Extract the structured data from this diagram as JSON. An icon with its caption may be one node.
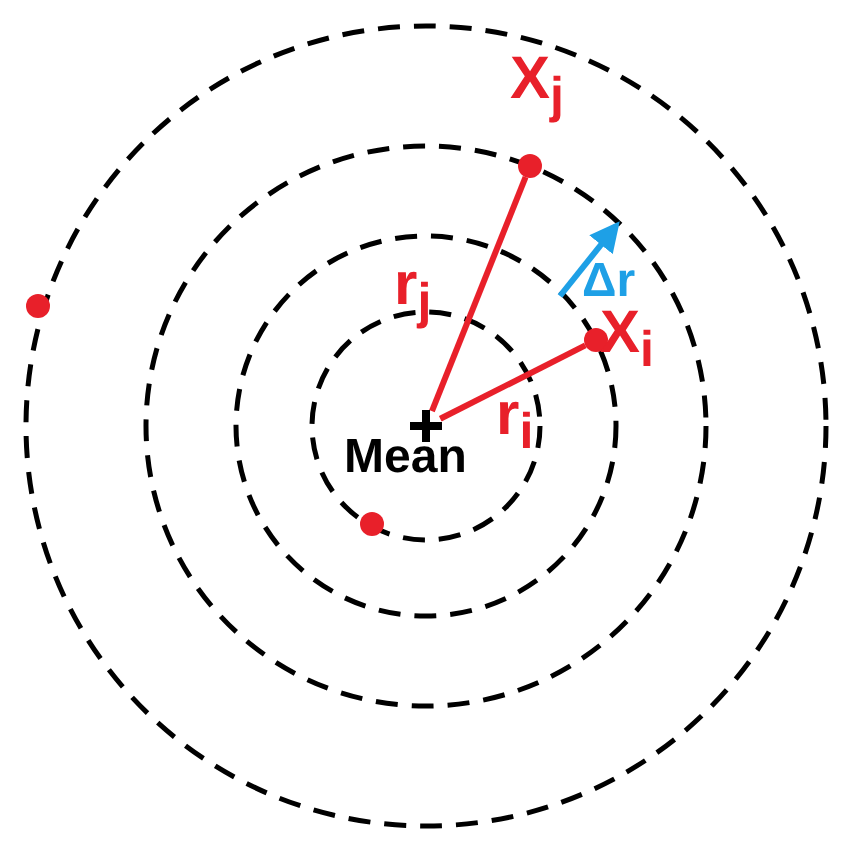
{
  "diagram": {
    "nodes": [
      {
        "text": [
          "Mean"
        ]
      },
      {
        "text": [
          "X$_{j}$"
        ]
      },
      {
        "text": [
          "X$_{i}$"
        ]
      },
      {
        "text": [],
        "shape": "circle"
      },
      {
        "text": [],
        "shape": "circle"
      }
    ],
    "edges": [
      {
        "from": 0,
        "to": 1,
        "arrow": "none",
        "label": "r$_{j}$"
      },
      {
        "from": 0,
        "to": 2,
        "arrow": "none",
        "label": "r$_{i}$"
      }
    ],
    "labels": [
      "Δr"
    ]
  }
}
